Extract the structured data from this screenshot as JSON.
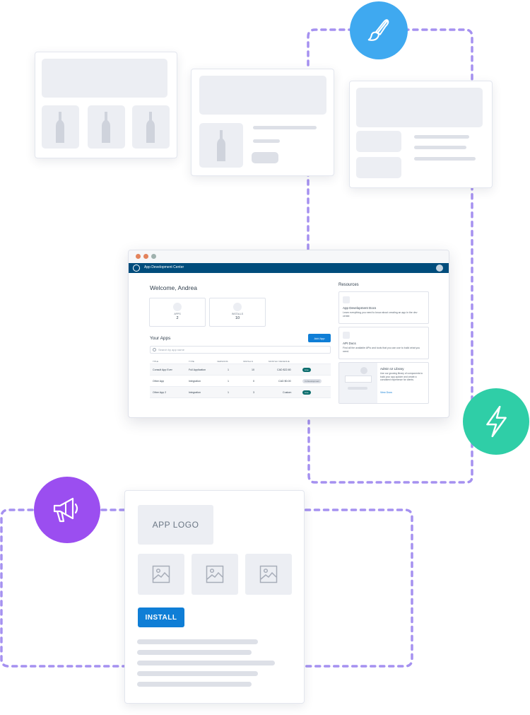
{
  "colors": {
    "dash": "#a591f0",
    "brush_circle": "#3fa9f0",
    "bolt_circle": "#2fcea7",
    "megaphone_circle": "#9b4ef0",
    "navbar": "#004c7c",
    "primary_button": "#0f7ed6"
  },
  "icons": {
    "brush": "paintbrush-icon",
    "bolt": "lightning-bolt-icon",
    "megaphone": "megaphone-icon",
    "image": "image-placeholder-icon"
  },
  "dashboard": {
    "nav_title": "App Development Center",
    "welcome": "Welcome, Andrea",
    "stats": [
      {
        "label": "APPS",
        "value": "2"
      },
      {
        "label": "INSTALLS",
        "value": "10"
      }
    ],
    "your_apps_heading": "Your Apps",
    "add_app_label": "Add App",
    "search_placeholder": "Search by app name",
    "table": {
      "headers": [
        "TITLE",
        "TYPE",
        "VERSIONS",
        "INSTALLS",
        "MONTHLY REVENUE"
      ],
      "rows": [
        {
          "title": "Consult App Ever",
          "type": "Full Application",
          "versions": "1",
          "installs": "10",
          "revenue": "CAD $22.80",
          "badge": "Live"
        },
        {
          "title": "Other App",
          "type": "Integration",
          "versions": "1",
          "installs": "0",
          "revenue": "CAD $0.00",
          "badge": "In Development"
        },
        {
          "title": "Other App 2",
          "type": "Integration",
          "versions": "1",
          "installs": "3",
          "revenue": "Custom",
          "badge": "Live"
        }
      ]
    },
    "resources_heading": "Resources",
    "resources": [
      {
        "title": "App Development Docs",
        "desc": "Learn everything you need to know about creating an app in the dev center."
      },
      {
        "title": "API Docs",
        "desc": "Find all the available APIs and tools that you can use to build what you need."
      },
      {
        "title": "Admin UI Library",
        "desc": "Use our growing library of components to build your app quicker and create a consistent experience for clients.",
        "link": "View Docs"
      }
    ]
  },
  "listing": {
    "app_logo": "APP LOGO",
    "install": "INSTALL"
  }
}
